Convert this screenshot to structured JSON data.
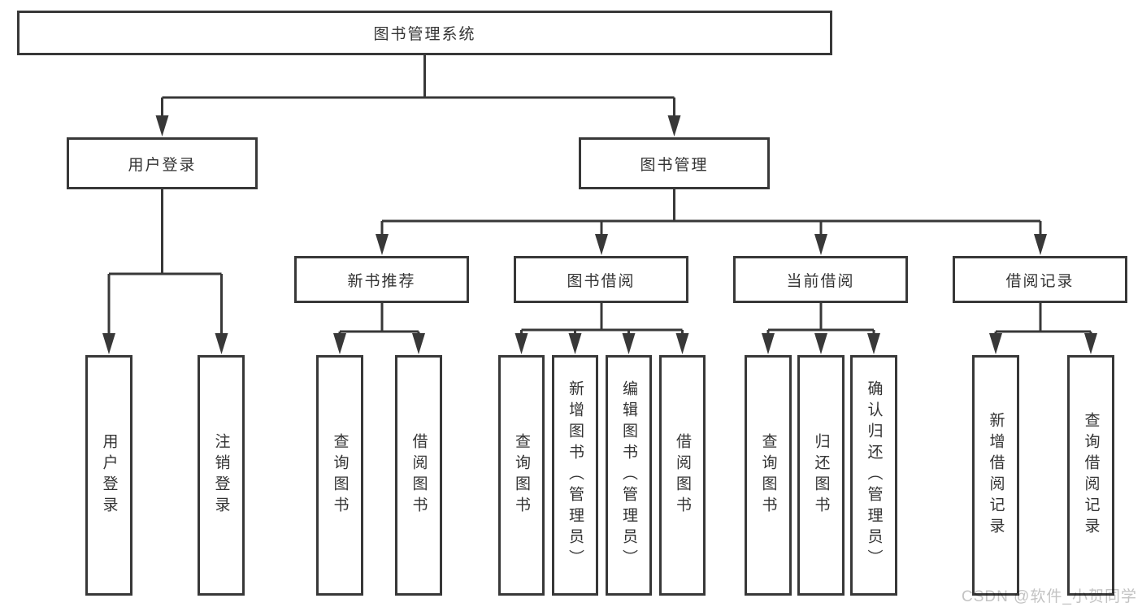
{
  "diagram": {
    "type": "hierarchy-tree",
    "root": {
      "label": "图书管理系统"
    },
    "branches": [
      {
        "label": "用户登录",
        "children": [
          {
            "label": "用户登录"
          },
          {
            "label": "注销登录"
          }
        ]
      },
      {
        "label": "图书管理",
        "children": [
          {
            "label": "新书推荐",
            "children": [
              {
                "label": "查询图书"
              },
              {
                "label": "借阅图书"
              }
            ]
          },
          {
            "label": "图书借阅",
            "children": [
              {
                "label": "查询图书"
              },
              {
                "label": "新增图书（管理员）"
              },
              {
                "label": "编辑图书（管理员）"
              },
              {
                "label": "借阅图书"
              }
            ]
          },
          {
            "label": "当前借阅",
            "children": [
              {
                "label": "查询图书"
              },
              {
                "label": "归还图书"
              },
              {
                "label": "确认归还（管理员）"
              }
            ]
          },
          {
            "label": "借阅记录",
            "children": [
              {
                "label": "新增借阅记录"
              },
              {
                "label": "查询借阅记录"
              }
            ]
          }
        ]
      }
    ],
    "watermark": "CSDN @软件_小贺同学",
    "colors": {
      "line": "#383838",
      "box_border": "#383838",
      "text": "#333333",
      "watermark": "#c3c3c3",
      "background": "#ffffff"
    }
  }
}
